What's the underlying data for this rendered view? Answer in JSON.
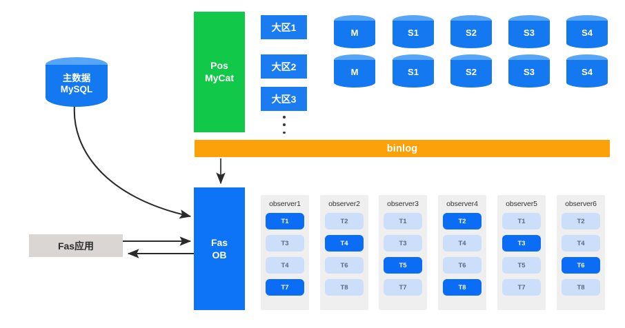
{
  "diagram": {
    "title": "MyCat to OceanBase replication architecture",
    "colors": {
      "brand_blue": "#0d74f7",
      "cyl_blue": "#1478f0",
      "cyl_top_blue": "#57a5f8",
      "green": "#11c848",
      "orange": "#FCA10A",
      "gray_box": "#D9D6D3",
      "panel_gray": "#EFEFEF",
      "tablet_on": "#0b6df5",
      "tablet_off": "#CBDEFA"
    }
  },
  "master_db": {
    "line1": "主数据",
    "line2": "MySQL",
    "icon": "database-cylinder-icon"
  },
  "mycat": {
    "line1": "Pos",
    "line2": "MyCat"
  },
  "regions": [
    {
      "label": "大区1"
    },
    {
      "label": "大区2"
    },
    {
      "label": "大区3"
    }
  ],
  "regions_ellipsis": "vertical-ellipsis-icon",
  "db_grid": {
    "rows": [
      {
        "cells": [
          "M",
          "S1",
          "S2",
          "S3",
          "S4"
        ]
      },
      {
        "cells": [
          "M",
          "S1",
          "S2",
          "S3",
          "S4"
        ]
      }
    ]
  },
  "binlog": {
    "label": "binlog"
  },
  "fas_ob": {
    "line1": "Fas",
    "line2": "OB"
  },
  "fas_app": {
    "label": "Fas应用"
  },
  "observers": [
    {
      "title": "observer1",
      "tablets": [
        {
          "label": "T1",
          "active": true
        },
        {
          "label": "T3",
          "active": false
        },
        {
          "label": "T4",
          "active": false
        },
        {
          "label": "T7",
          "active": true
        }
      ]
    },
    {
      "title": "observer2",
      "tablets": [
        {
          "label": "T2",
          "active": false
        },
        {
          "label": "T4",
          "active": true
        },
        {
          "label": "T6",
          "active": false
        },
        {
          "label": "T8",
          "active": false
        }
      ]
    },
    {
      "title": "observer3",
      "tablets": [
        {
          "label": "T1",
          "active": false
        },
        {
          "label": "T3",
          "active": false
        },
        {
          "label": "T5",
          "active": true
        },
        {
          "label": "T7",
          "active": false
        }
      ]
    },
    {
      "title": "observer4",
      "tablets": [
        {
          "label": "T2",
          "active": true
        },
        {
          "label": "T4",
          "active": false
        },
        {
          "label": "T6",
          "active": false
        },
        {
          "label": "T8",
          "active": true
        }
      ]
    },
    {
      "title": "observer5",
      "tablets": [
        {
          "label": "T1",
          "active": false
        },
        {
          "label": "T3",
          "active": true
        },
        {
          "label": "T5",
          "active": false
        },
        {
          "label": "T7",
          "active": false
        }
      ]
    },
    {
      "title": "observer6",
      "tablets": [
        {
          "label": "T2",
          "active": false
        },
        {
          "label": "T4",
          "active": false
        },
        {
          "label": "T6",
          "active": true
        },
        {
          "label": "T8",
          "active": false
        }
      ]
    }
  ],
  "connectors": [
    {
      "name": "mysql-to-fasob-curve",
      "type": "curved-arrow"
    },
    {
      "name": "binlog-to-fasob-arrow",
      "type": "straight-arrow-down"
    },
    {
      "name": "fasapp-to-fasob-arrow",
      "type": "straight-arrow-right"
    },
    {
      "name": "fasob-to-fasapp-arrow",
      "type": "straight-arrow-left"
    }
  ]
}
